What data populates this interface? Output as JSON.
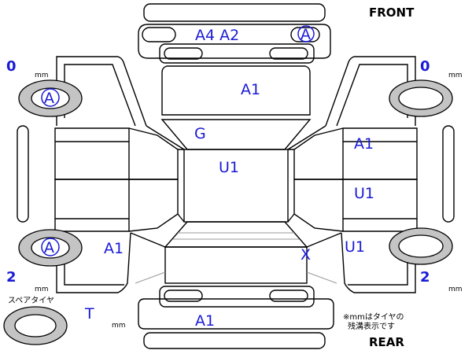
{
  "labels": {
    "front": "FRONT",
    "rear": "REAR",
    "spare_tire": "スペアタイヤ",
    "note_line1": "※mmはタイヤの",
    "note_line2": "残溝表示です",
    "unit": "mm"
  },
  "tread_depth": {
    "front_left": "0",
    "front_right": "0",
    "rear_left": "2",
    "rear_right": "2"
  },
  "tire_codes": {
    "front_left": "A",
    "rear_left": "A",
    "spare": "T"
  },
  "damage_codes": {
    "front_bumper": "A4 A2",
    "front_bumper_right": "A",
    "hood": "A1",
    "windshield": "G",
    "roof": "U1",
    "right_front_door": "A1",
    "right_rear_door": "U1",
    "right_rear_fender": "U1",
    "left_rear_fender": "A1",
    "rear_glass": "X",
    "rear_bumper": "A1"
  }
}
